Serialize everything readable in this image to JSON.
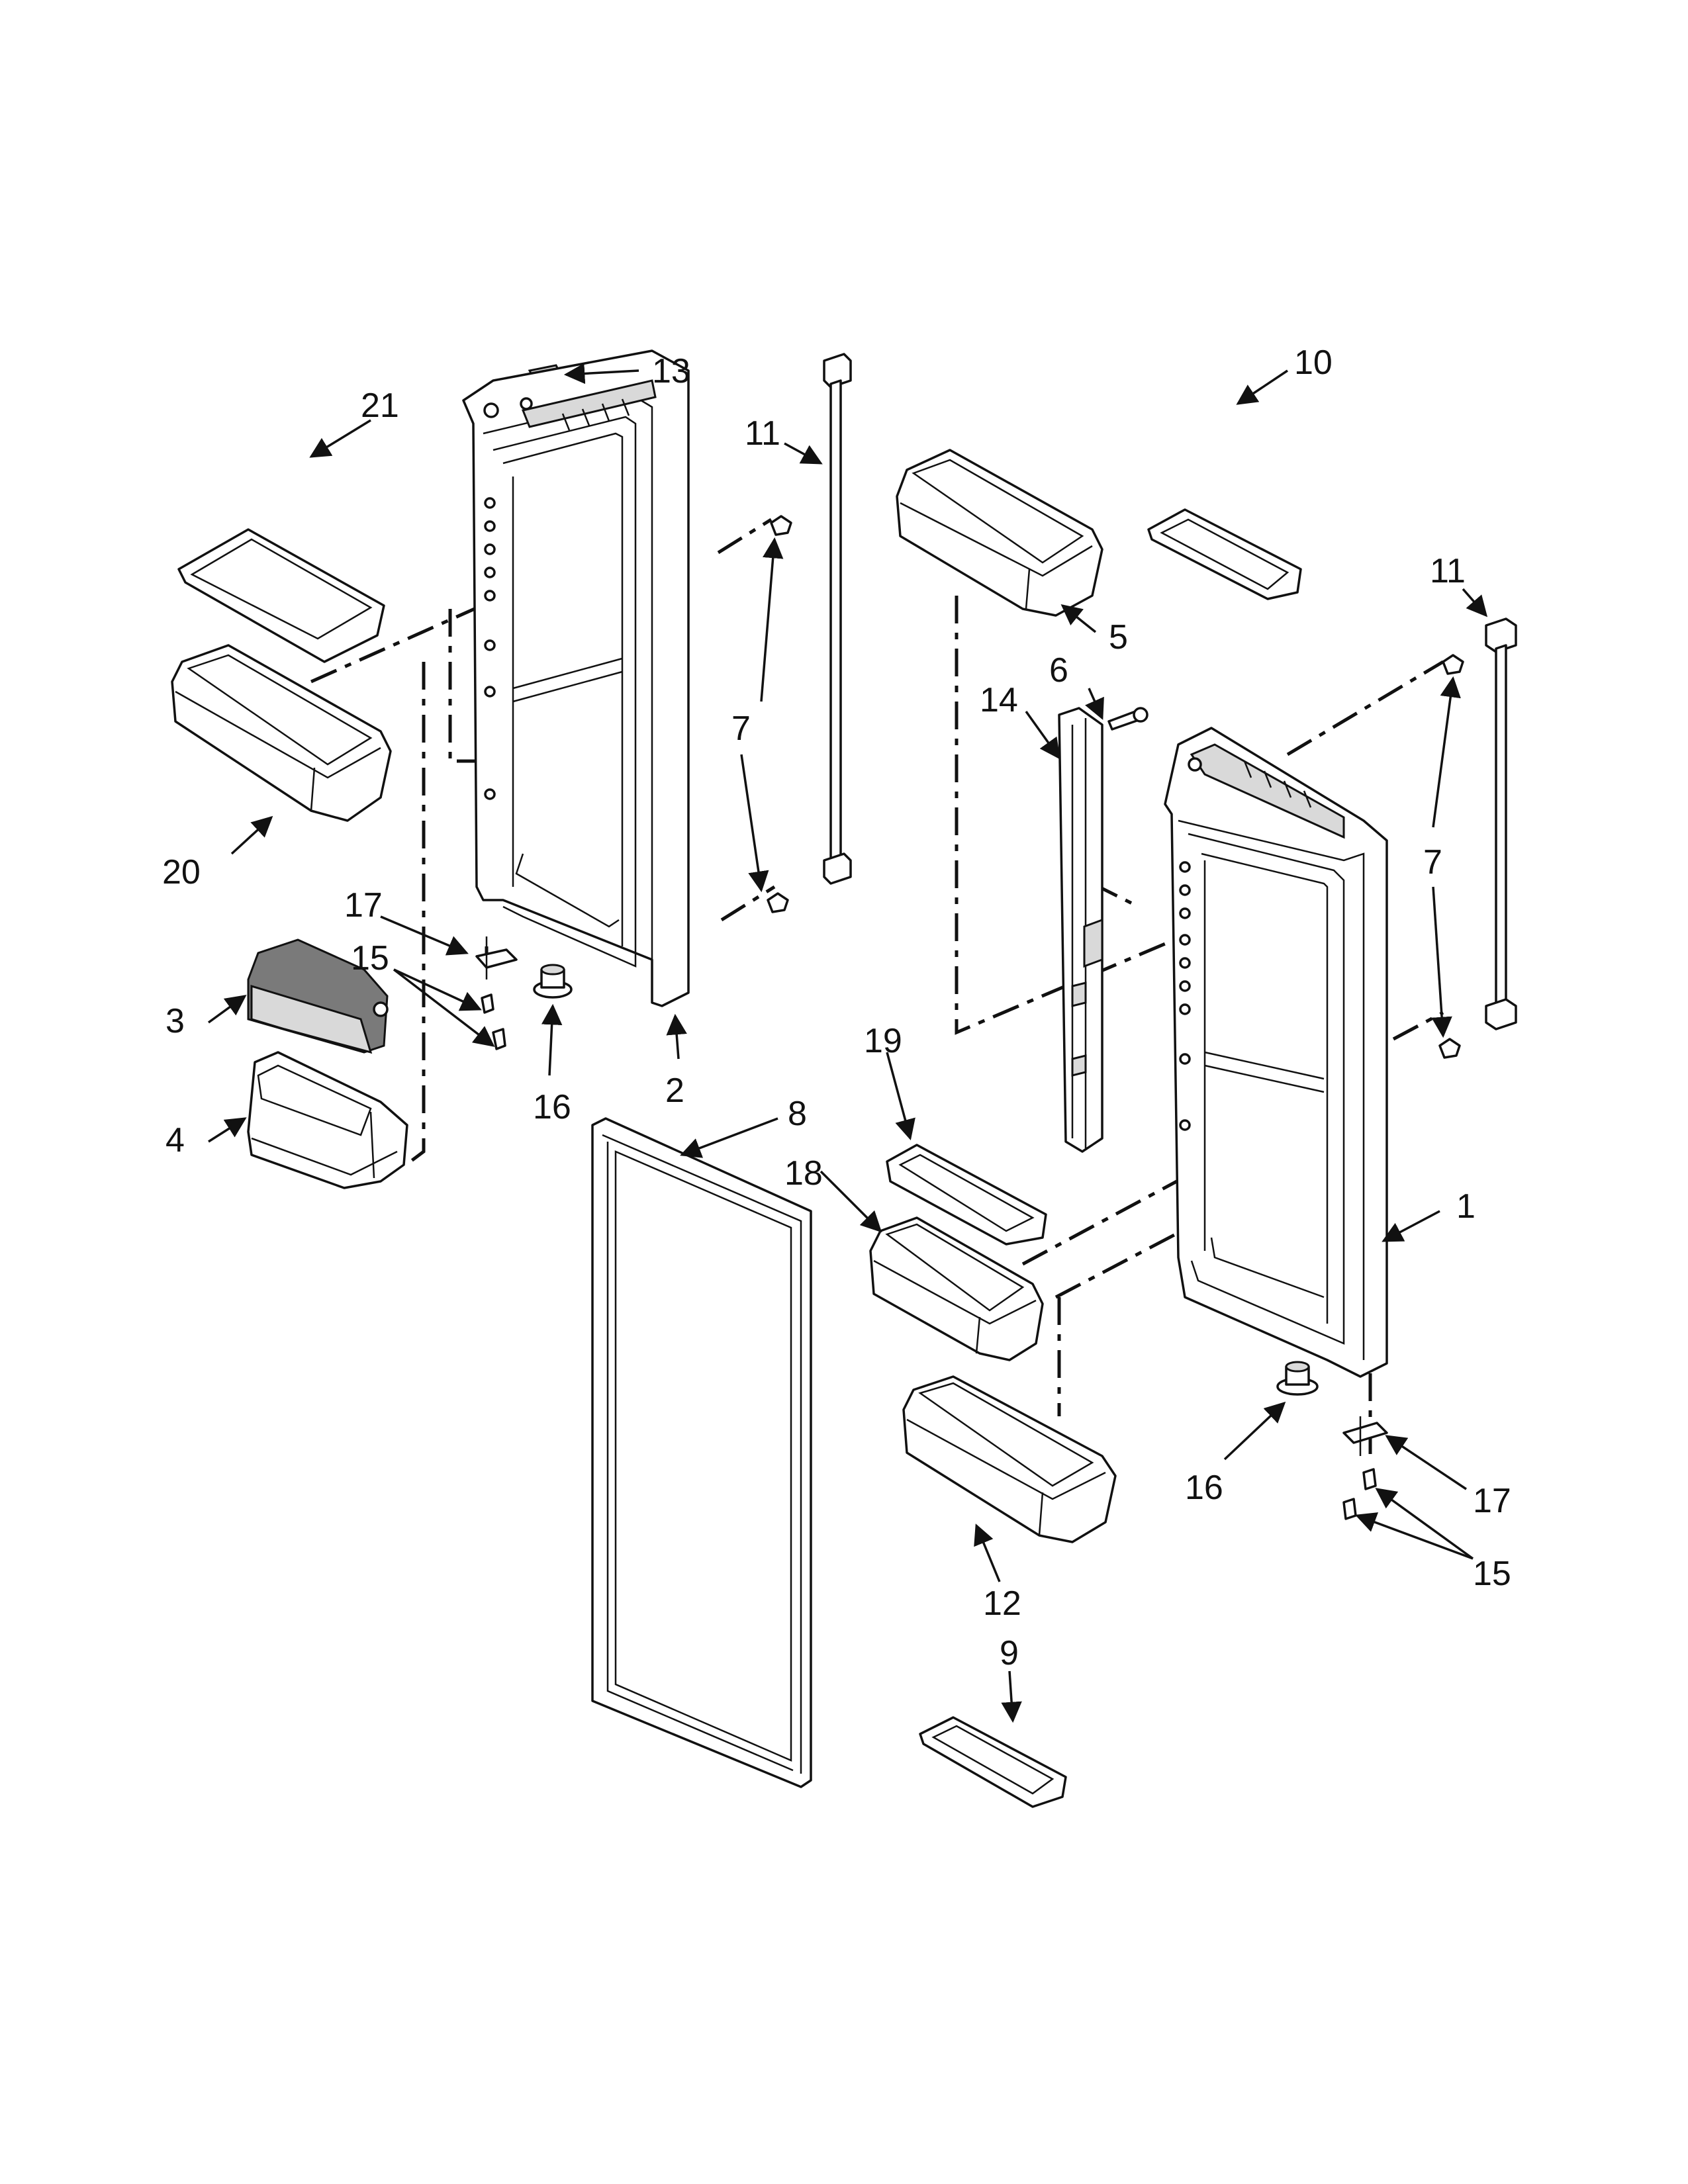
{
  "callouts": {
    "c1": "1",
    "c2": "2",
    "c3": "3",
    "c4": "4",
    "c5": "5",
    "c6": "6",
    "c7a": "7",
    "c7b": "7",
    "c8": "8",
    "c9": "9",
    "c10": "10",
    "c11a": "11",
    "c11b": "11",
    "c12": "12",
    "c13": "13",
    "c14": "14",
    "c15a": "15",
    "c15b": "15",
    "c16a": "16",
    "c16b": "16",
    "c17a": "17",
    "c17b": "17",
    "c18": "18",
    "c19": "19",
    "c20": "20",
    "c21": "21"
  },
  "colors": {
    "line": "#111111",
    "background": "#ffffff",
    "shade": "#d9d9d9"
  }
}
